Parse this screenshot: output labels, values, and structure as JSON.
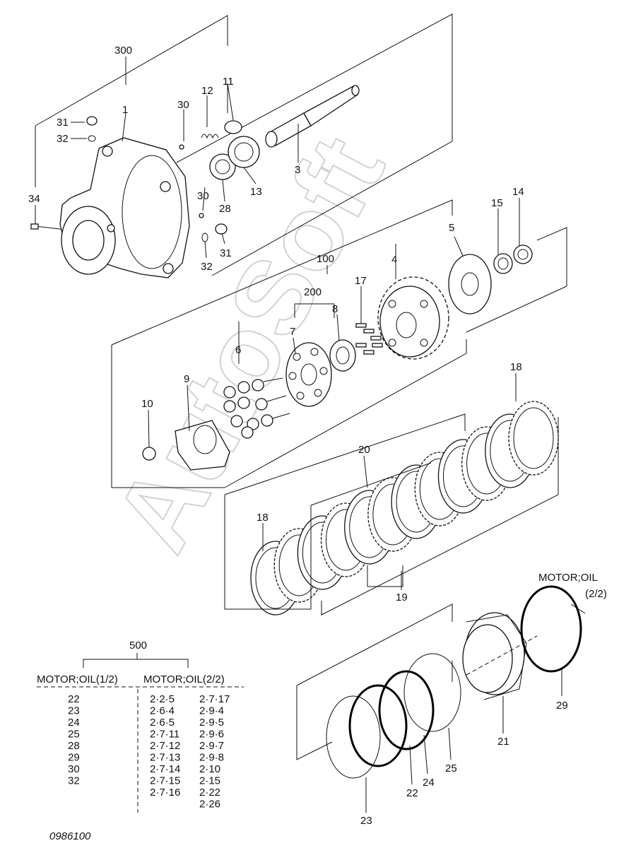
{
  "watermark": "AutoSoft",
  "drawing_number": "0986100",
  "callouts": {
    "c300": "300",
    "c1": "1",
    "c11": "11",
    "c12": "12",
    "c30a": "30",
    "c31a": "31",
    "c32a": "32",
    "c34": "34",
    "c3": "3",
    "c13": "13",
    "c28": "28",
    "c30b": "30",
    "c31b": "31",
    "c32b": "32",
    "c5": "5",
    "c15": "15",
    "c14": "14",
    "c100": "100",
    "c4": "4",
    "c17": "17",
    "c200": "200",
    "c8": "8",
    "c7": "7",
    "c6": "6",
    "c9": "9",
    "c10": "10",
    "c18a": "18",
    "c20": "20",
    "c18b": "18",
    "c19": "19",
    "c21": "21",
    "c29": "29",
    "c22": "22",
    "c24": "24",
    "c25": "25",
    "c23": "23"
  },
  "oil_note": {
    "line1": "MOTOR;OIL",
    "line2": "(2/2)"
  },
  "kit_table": {
    "number": "500",
    "col1_header": "MOTOR;OIL(1/2)",
    "col2_header": "MOTOR;OIL(2/2)",
    "col1_items": [
      "22",
      "23",
      "24",
      "25",
      "28",
      "29",
      "30",
      "32"
    ],
    "col2a_items": [
      "2·2·5",
      "2·6·4",
      "2·6·5",
      "2·7·11",
      "2·7·12",
      "2·7·13",
      "2·7·14",
      "2·7·15",
      "2·7·16"
    ],
    "col2b_items": [
      "2·7·17",
      "2·9·4",
      "2·9·5",
      "2·9·6",
      "2·9·7",
      "2·9·8",
      "2·10",
      "2·15",
      "2·22",
      "2·26"
    ]
  }
}
